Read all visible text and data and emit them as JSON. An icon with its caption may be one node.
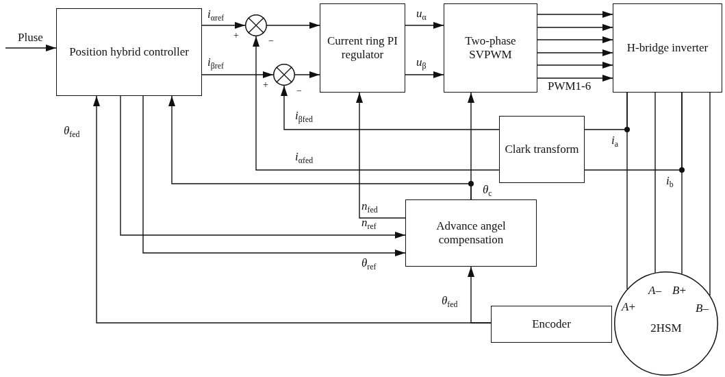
{
  "diagram": {
    "nodes": [
      {
        "text": [
          "Position hybrid controller"
        ]
      },
      {
        "text": [],
        "shape": "circle"
      },
      {
        "text": [],
        "shape": "circle"
      },
      {
        "text": [
          "Current ring PI regulator"
        ]
      },
      {
        "text": [
          "Two-phase SVPWM"
        ]
      },
      {
        "text": [
          "H-bridge inverter"
        ]
      },
      {
        "text": [
          "Clark transform"
        ]
      },
      {
        "text": [
          "Advance angel compensation"
        ]
      },
      {
        "text": [
          "Encoder"
        ]
      },
      {
        "text": [
          "2HSM"
        ]
      }
    ],
    "edges": [
      {
        "from": null,
        "to": 0,
        "arrow": "to",
        "label": "Pluse"
      },
      {
        "from": 0,
        "to": 1,
        "arrow": "to",
        "label": "*i*$_{αref}$"
      },
      {
        "from": 0,
        "to": 2,
        "arrow": "to",
        "label": "*i*$_{βref}$"
      },
      {
        "from": 1,
        "to": 3,
        "arrow": "to"
      },
      {
        "from": 2,
        "to": 3,
        "arrow": "to"
      },
      {
        "from": 3,
        "to": 4,
        "arrow": "to",
        "label": "*u*$_{α}$"
      },
      {
        "from": 3,
        "to": 4,
        "arrow": "to",
        "label": "*u*$_{β}$"
      },
      {
        "from": 4,
        "to": 5,
        "arrow": "to"
      },
      {
        "from": 4,
        "to": 5,
        "arrow": "to"
      },
      {
        "from": 4,
        "to": 5,
        "arrow": "to"
      },
      {
        "from": 4,
        "to": 5,
        "arrow": "to"
      },
      {
        "from": 4,
        "to": 5,
        "arrow": "to"
      },
      {
        "from": 4,
        "to": 5,
        "arrow": "to"
      },
      {
        "from": 6,
        "to": 2,
        "arrow": "to",
        "label": "*i*$_{βfed}$"
      },
      {
        "from": 6,
        "to": 1,
        "arrow": "to",
        "label": "*i*$_{αfed}$"
      },
      {
        "from": 5,
        "to": 6,
        "arrow": "none",
        "label": "*i*$_{a}$"
      },
      {
        "from": 5,
        "to": 6,
        "arrow": "none",
        "label": "*i*$_{b}$"
      },
      {
        "from": 5,
        "to": 9,
        "arrow": "none"
      },
      {
        "from": 5,
        "to": 9,
        "arrow": "none"
      },
      {
        "from": 5,
        "to": 9,
        "arrow": "none"
      },
      {
        "from": 5,
        "to": 9,
        "arrow": "none"
      },
      {
        "from": 7,
        "to": 4,
        "arrow": "to",
        "label": "*θ*$_{c}$"
      },
      {
        "from": 7,
        "to": 0,
        "arrow": "to"
      },
      {
        "from": 7,
        "to": 3,
        "arrow": "to",
        "label": "*n*$_{fed}$"
      },
      {
        "from": 0,
        "to": 7,
        "arrow": "to",
        "label": "*n*$_{ref}$"
      },
      {
        "from": 0,
        "to": 7,
        "arrow": "to",
        "label": "*θ*$_{ref}$"
      },
      {
        "from": 8,
        "to": 0,
        "arrow": "to",
        "label": "*θ*$_{fed}$"
      },
      {
        "from": 8,
        "to": 7,
        "arrow": "to",
        "label": "*θ*$_{fed}$"
      }
    ],
    "labels": [
      "+",
      "−",
      "+",
      "−",
      "PWM1-6",
      "*A*–",
      "*B*+",
      "*A*+",
      "*B*–"
    ]
  }
}
